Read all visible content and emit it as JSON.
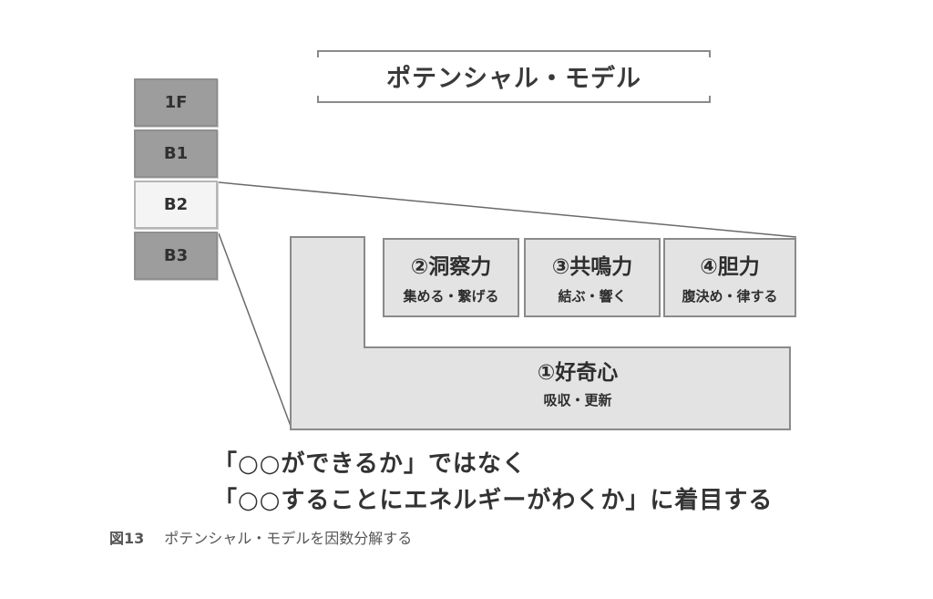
{
  "title": "ポテンシャル・モデル",
  "floors": [
    {
      "label": "1F",
      "highlighted": false
    },
    {
      "label": "B1",
      "highlighted": false
    },
    {
      "label": "B2",
      "highlighted": true
    },
    {
      "label": "B3",
      "highlighted": false
    }
  ],
  "base": {
    "label": "①好奇心",
    "sub": "吸収・更新"
  },
  "pillars": [
    {
      "label": "②洞察力",
      "sub": "集める・繋げる"
    },
    {
      "label": "③共鳴力",
      "sub": "結ぶ・響く"
    },
    {
      "label": "④胆力",
      "sub": "腹決め・律する"
    }
  ],
  "statements": [
    "「○○ができるか」ではなく",
    "「○○することにエネルギーがわくか」に着目する"
  ],
  "caption": {
    "figure": "図13",
    "text": "ポテンシャル・モデルを因数分解する"
  },
  "colors": {
    "dark_floor": "#9d9d9d",
    "light_floor": "#f4f4f4",
    "box_fill": "#e3e3e3",
    "border": "#8a8a8a"
  }
}
